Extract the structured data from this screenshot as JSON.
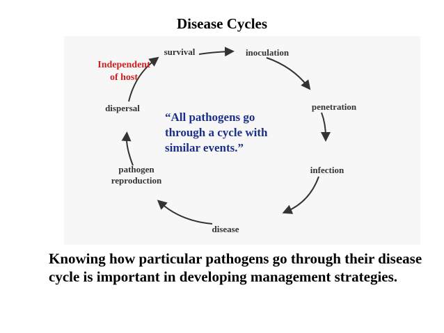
{
  "slide": {
    "title": "Disease Cycles",
    "caption": "Knowing how particular pathogens go through their disease cycle is important in developing management strategies."
  },
  "diagram": {
    "nodes": [
      {
        "id": "survival",
        "label": "survival"
      },
      {
        "id": "inoculation",
        "label": "inoculation"
      },
      {
        "id": "penetration",
        "label": "penetration"
      },
      {
        "id": "infection",
        "label": "infection"
      },
      {
        "id": "disease",
        "label": "disease"
      },
      {
        "id": "pathogen-reproduction",
        "label_line1": "pathogen",
        "label_line2": "reproduction"
      },
      {
        "id": "dispersal",
        "label": "dispersal"
      }
    ],
    "note": {
      "line1": "Independent",
      "line2": "of host",
      "color": "#cc1f1f"
    },
    "quote": {
      "line1": "“All pathogens go",
      "line2": "through a cycle with",
      "line3": "similar events.”",
      "color": "#1a2f8a"
    }
  }
}
